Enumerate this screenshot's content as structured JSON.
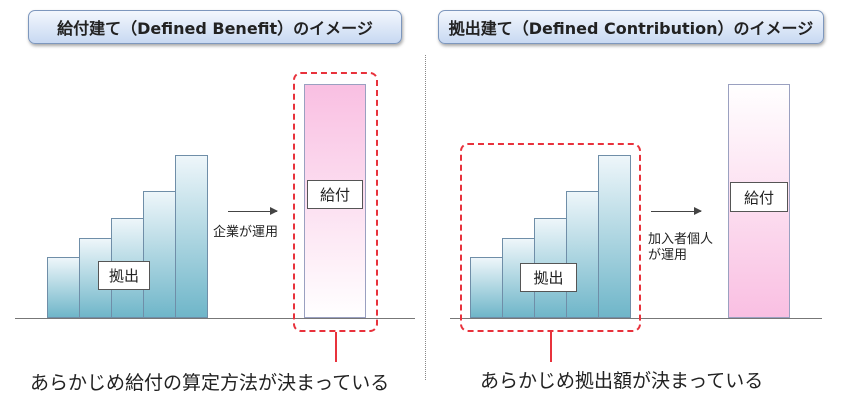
{
  "left_panel": {
    "title": "給付建て（Defined Benefit）のイメージ",
    "contribution_label": "拠出",
    "benefit_label": "給付",
    "operation_text": "企業が運用",
    "caption": "あらかじめ給付の算定方法が決まっている"
  },
  "right_panel": {
    "title": "拠出建て（Defined Contribution）のイメージ",
    "contribution_label": "拠出",
    "benefit_label": "給付",
    "operation_text_line1": "加入者個人",
    "operation_text_line2": "が運用",
    "caption": "あらかじめ拠出額が決まっている"
  },
  "colors": {
    "highlight": "#e8323c",
    "contribution": "#6fb6c9",
    "benefit": "#f9bfe2"
  }
}
